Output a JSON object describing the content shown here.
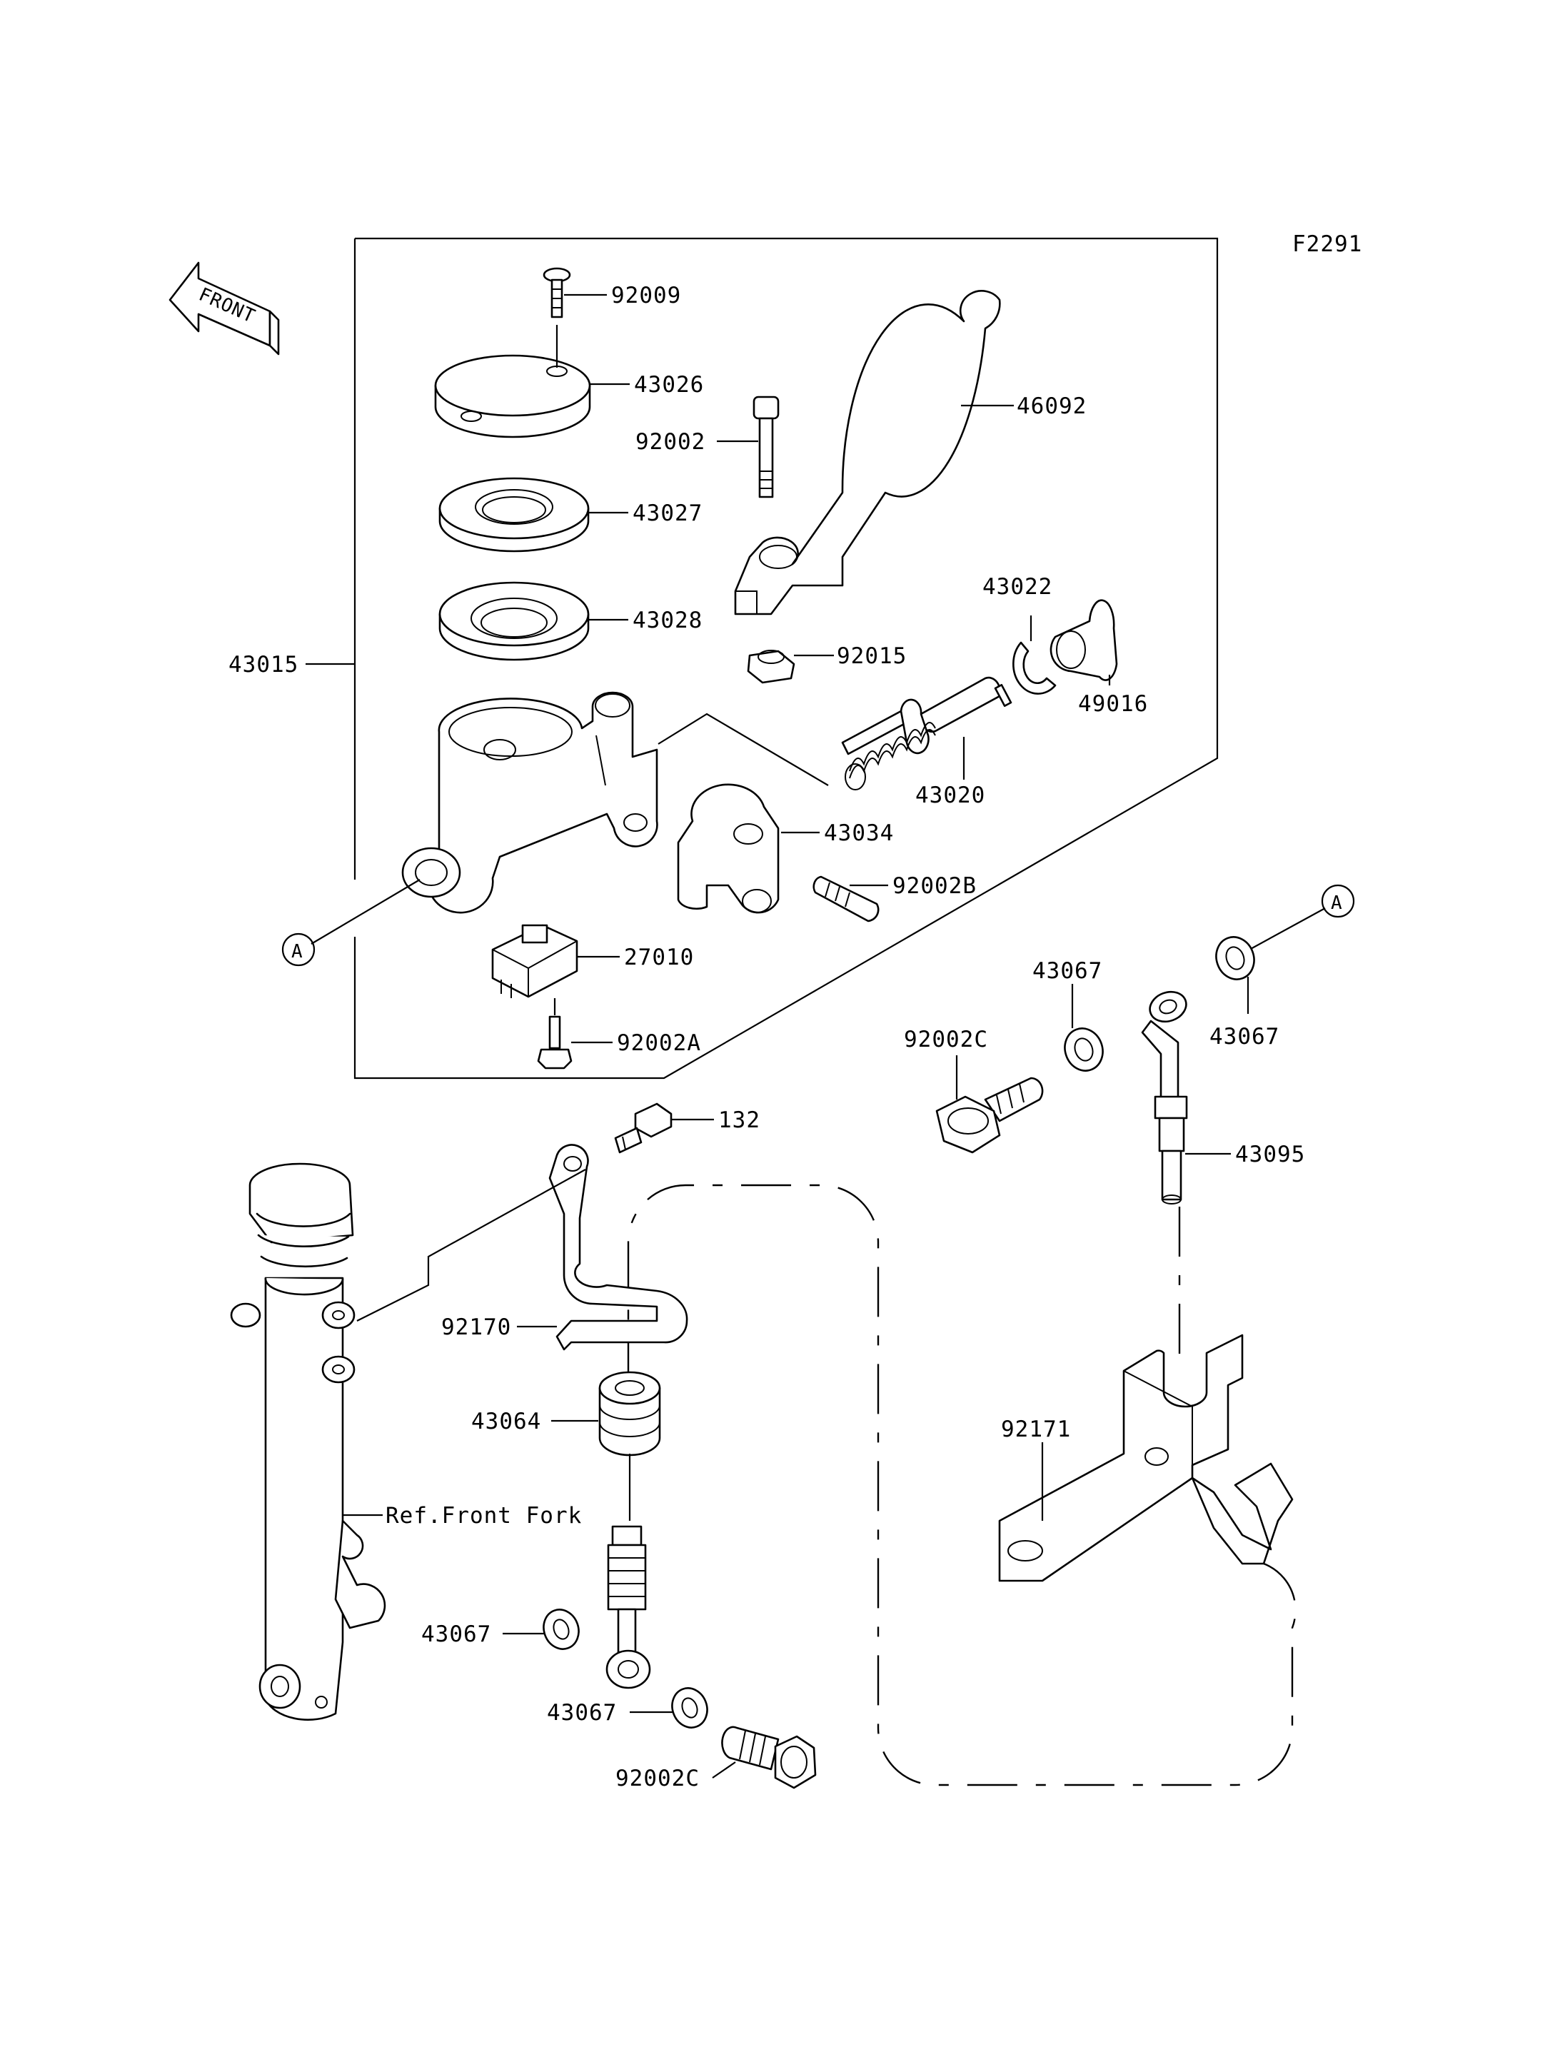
{
  "figure_code": "F2291",
  "front_label": "FRONT",
  "ref_marker": "A",
  "ref_note": "Ref.Front Fork",
  "labels": {
    "p92009": "92009",
    "p43026": "43026",
    "p46092": "46092",
    "p92002": "92002",
    "p43027": "43027",
    "p43028": "43028",
    "p92015": "92015",
    "p43022": "43022",
    "p49016": "49016",
    "p43015": "43015",
    "p43020": "43020",
    "p43034": "43034",
    "p92002B": "92002B",
    "p27010": "27010",
    "p92002A": "92002A",
    "p43067a": "43067",
    "p43067b": "43067",
    "p92002C_a": "92002C",
    "p132": "132",
    "p43095": "43095",
    "p92170": "92170",
    "p43064": "43064",
    "p92171": "92171",
    "p43067c": "43067",
    "p43067d": "43067",
    "p92002C_b": "92002C"
  }
}
